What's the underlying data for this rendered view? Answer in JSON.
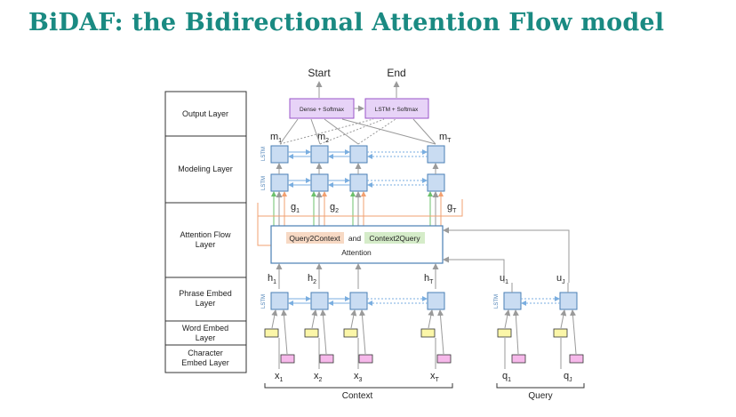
{
  "slide": {
    "title": "BiDAF: the Bidirectional Attention Flow model"
  },
  "layers": [
    {
      "line1": "Output Layer",
      "line2": ""
    },
    {
      "line1": "Modeling Layer",
      "line2": ""
    },
    {
      "line1": "Attention Flow",
      "line2": "Layer"
    },
    {
      "line1": "Phrase Embed",
      "line2": "Layer"
    },
    {
      "line1": "Word Embed",
      "line2": "Layer"
    },
    {
      "line1": "Character",
      "line2": "Embed Layer"
    }
  ],
  "outputs": {
    "start": "Start",
    "end": "End",
    "dense": "Dense + Softmax",
    "lstm": "LSTM + Softmax"
  },
  "modeling": {
    "m1": "m",
    "m2": "m",
    "mT": "m",
    "sub1": "1",
    "sub2": "2",
    "subT": "T",
    "lstm_tag": "LSTM"
  },
  "attention_labels": {
    "g1": "g",
    "g2": "g",
    "gT": "g",
    "sub1": "1",
    "sub2": "2",
    "subT": "T"
  },
  "attention": {
    "q2c": "Query2Context",
    "and": "and",
    "c2q": "Context2Query",
    "caption": "Attention"
  },
  "context_h": {
    "h": "h",
    "sub1": "1",
    "sub2": "2",
    "subT": "T"
  },
  "query_u": {
    "u": "u",
    "sub1": "1",
    "subJ": "J"
  },
  "context_x": {
    "x": "x",
    "sub1": "1",
    "sub2": "2",
    "sub3": "3",
    "subT": "T"
  },
  "query_q": {
    "q": "q",
    "sub1": "1",
    "subJ": "J"
  },
  "groups": {
    "context": "Context",
    "query": "Query"
  },
  "colors": {
    "title": "#1a8a82",
    "cell": "#c9dcf2",
    "cell_border": "#4a7fb5",
    "word": "#fbf6a8",
    "char": "#f6b8ea",
    "q2c": "#f7d9c4",
    "c2q": "#d5ecc9",
    "output_box": "#e7d3f7"
  }
}
